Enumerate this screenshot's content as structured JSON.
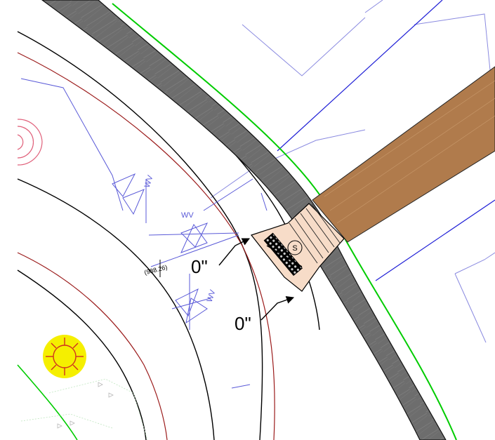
{
  "drawing": {
    "dimension_labels": [
      {
        "id": "upper",
        "text": "0\""
      },
      {
        "id": "lower",
        "text": "0\""
      }
    ],
    "pipe_tag": "(988.26)",
    "fixture_symbol": "S",
    "valve_codes": [
      "WV",
      "WV",
      "WV"
    ],
    "colors": {
      "wall_fill": "#6b6b6b",
      "beam_fill": "#b07b4c",
      "fixture_fill": "#f7dcc8",
      "green_line": "#00cc00",
      "red_line": "#9b1b1b",
      "blue_line": "#1f1fd6",
      "light_blue": "#8a8ae0",
      "pink_line": "#e0607a",
      "light_yellow": "#f5ef00",
      "light_yellow_cross": "#d03020"
    }
  }
}
